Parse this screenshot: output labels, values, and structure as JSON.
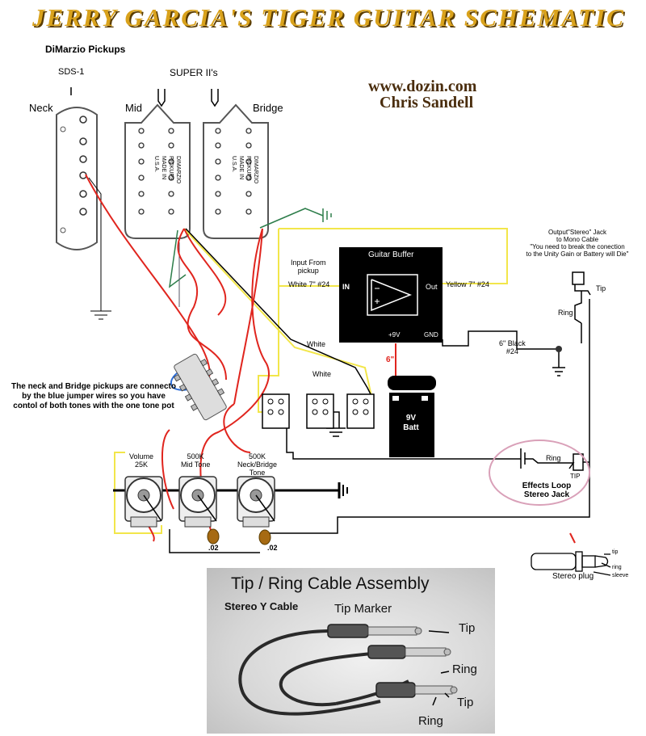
{
  "title": "JERRY GARCIA'S TIGER GUITAR SCHEMATIC",
  "site_url": "www.dozin.com",
  "author": "Chris Sandell",
  "pickups_header": "DiMarzio Pickups",
  "sds_label": "SDS-1",
  "super_label": "SUPER II's",
  "neck_label": "Neck",
  "mid_label": "Mid",
  "bridge_label": "Bridge",
  "pickup_text": "DIMARZIO PICKUPS MADE IN U.S.A.",
  "buffer": {
    "title": "Guitar Buffer",
    "in_label": "IN",
    "out_label": "Out",
    "power_label": "+9V",
    "ground_label": "GND"
  },
  "input_note": "Input From\npickup",
  "white_input": "White 7\"   #24",
  "yellow_output": "Yellow  7\"   #24",
  "white_label_1": "White",
  "white_label_2": "White",
  "red_6": "6\"",
  "black_label": "6\" Black\n#24",
  "battery": "9V\nBatt",
  "output_jack": "Output\"Stereo\" Jack\nto Mono Cable\n\"You need to break the conection\nto the Unity Gain or Battery will Die\"",
  "tip_label": "Tip",
  "ring_label": "Ring",
  "jumper_note": "The neck and Bridge pickups are connecto by the blue jumper wires so you have contol of both tones with the one tone pot",
  "volume": "Volume\n25K",
  "mid_tone": "500K\nMid Tone",
  "nb_tone": "500K\nNeck/Bridge\nTone",
  "cap1": ".02",
  "cap2": ".02",
  "effects_ring": "Ring",
  "effects_tip": "TIP",
  "effects_label": "Effects Loop\nStereo Jack",
  "stereo_plug": "Stereo plug",
  "plug_tip": "tip",
  "plug_ring": "ring",
  "plug_sleeve": "sleeve",
  "photo": {
    "title": "Tip / Ring Cable Assembly",
    "subtitle": "Stereo Y Cable",
    "tip_marker": "Tip Marker",
    "tip_1": "Tip",
    "ring_1": "Ring",
    "tip_2": "Tip",
    "ring_2": "Ring"
  },
  "colors": {
    "title_gold": "#d9a21c",
    "site_brown": "#4a2d0d",
    "wire_red": "#e0251e",
    "wire_yellow": "#f2e64a",
    "wire_blue": "#2f6fd8",
    "wire_green": "#2d7d4a",
    "wire_black": "#000000",
    "buffer_black": "#000000",
    "cap_brown": "#a66a12",
    "effects_circle": "#d9a0b8"
  }
}
